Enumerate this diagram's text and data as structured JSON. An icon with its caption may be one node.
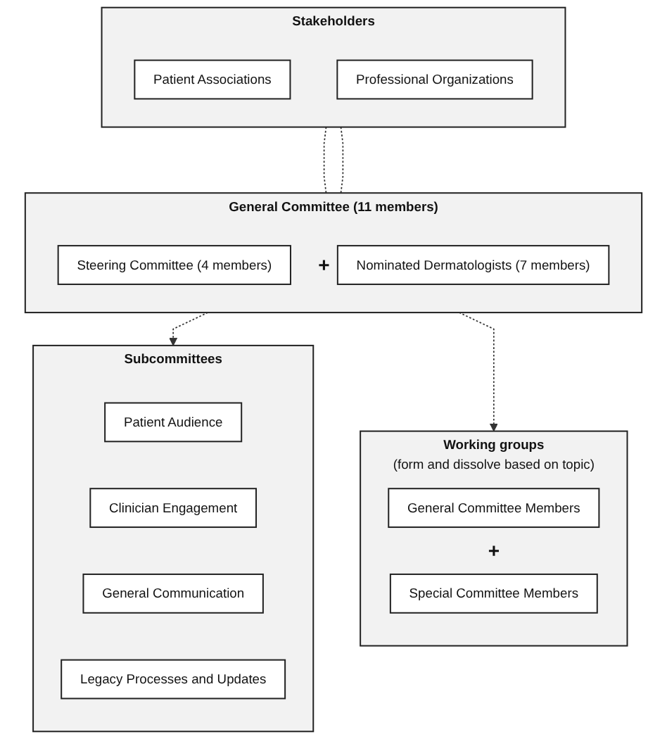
{
  "diagram": {
    "nodes": [
      {
        "text": [
          "Stakeholders"
        ]
      },
      {
        "text": [
          "Patient Associations"
        ],
        "in": 0
      },
      {
        "text": [
          "Professional Organizations"
        ],
        "in": 0
      },
      {
        "text": [
          "General Committee (11 members)"
        ]
      },
      {
        "text": [
          "Steering Committee (4 members)"
        ],
        "in": 3
      },
      {
        "text": [
          "Nominated Dermatologists (7 members)"
        ],
        "in": 3
      },
      {
        "text": [
          "Subcommittees"
        ]
      },
      {
        "text": [
          "Patient Audience"
        ],
        "in": 6
      },
      {
        "text": [
          "Clinician Engagement"
        ],
        "in": 6
      },
      {
        "text": [
          "General Communication"
        ],
        "in": 6
      },
      {
        "text": [
          "Legacy Processes and Updates"
        ],
        "in": 6
      },
      {
        "text": [
          "Working groups",
          "(form and dissolve based on topic)"
        ]
      },
      {
        "text": [
          "General Committee Members"
        ],
        "in": 11
      },
      {
        "text": [
          "Special Committee Members"
        ],
        "in": 11
      }
    ],
    "edges": [
      {
        "from": 0,
        "to": 3,
        "arrow": "none",
        "style": "dashed"
      },
      {
        "from": 0,
        "to": 3,
        "arrow": "none",
        "style": "dashed"
      },
      {
        "from": 3,
        "to": 6,
        "arrow": "to",
        "style": "dashed"
      },
      {
        "from": 3,
        "to": 11,
        "arrow": "to",
        "style": "dashed"
      }
    ],
    "labels": [
      "+",
      "+"
    ]
  }
}
